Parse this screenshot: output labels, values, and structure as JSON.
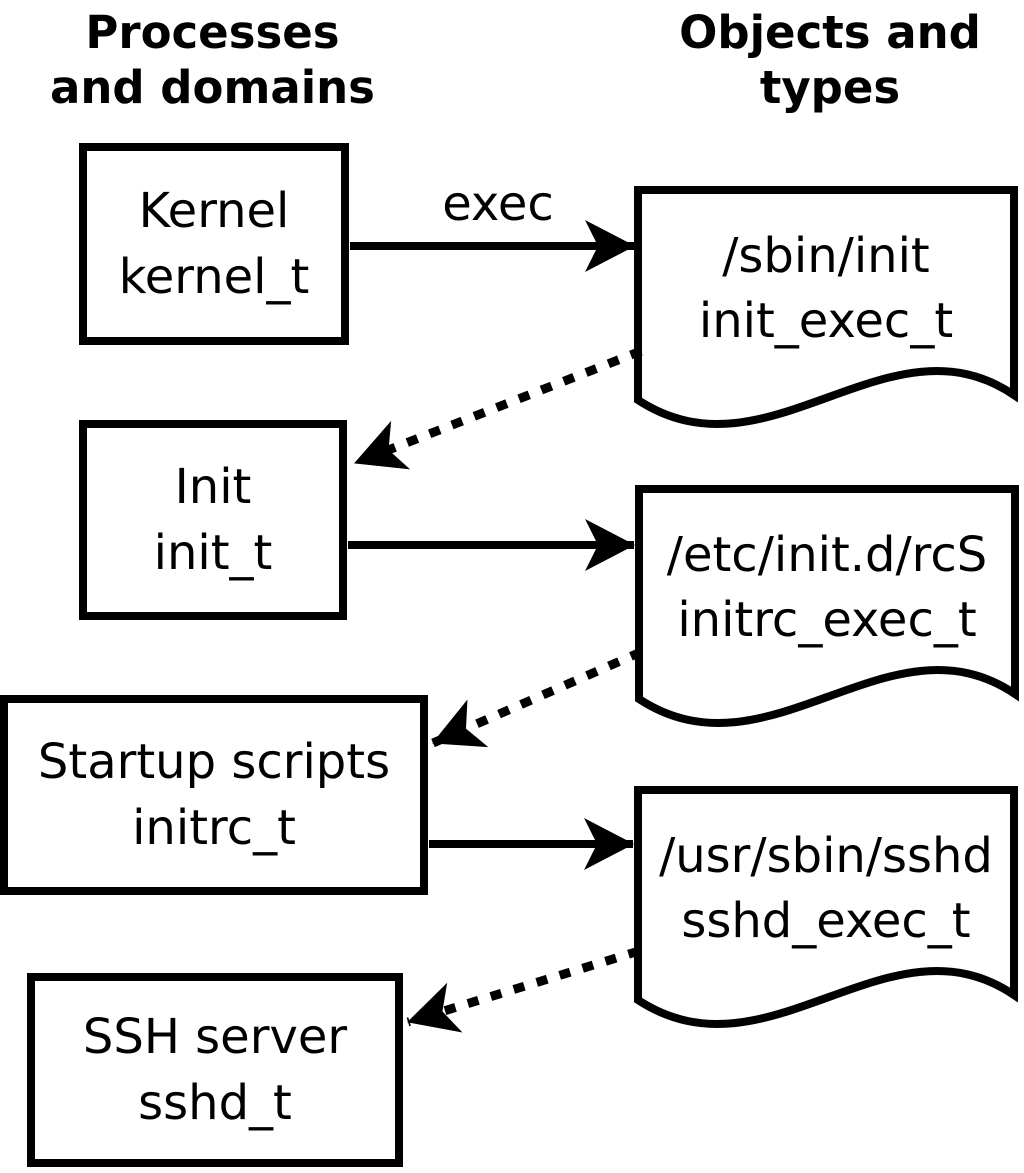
{
  "headers": {
    "left": {
      "line1": "Processes",
      "line2": "and domains"
    },
    "right": {
      "line1": "Objects and",
      "line2": "types"
    }
  },
  "process_boxes": [
    {
      "title": "Kernel",
      "domain": "kernel_t"
    },
    {
      "title": "Init",
      "domain": "init_t"
    },
    {
      "title": "Startup scripts",
      "domain": "initrc_t"
    },
    {
      "title": "SSH server",
      "domain": "sshd_t"
    }
  ],
  "object_files": [
    {
      "path": "/sbin/init",
      "type": "init_exec_t"
    },
    {
      "path": "/etc/init.d/rcS",
      "type": "initrc_exec_t"
    },
    {
      "path": "/usr/sbin/sshd",
      "type": "sshd_exec_t"
    }
  ],
  "arrows": {
    "exec_label": "exec",
    "edges": [
      {
        "from": "kernel_t",
        "to": "/sbin/init (init_exec_t)",
        "style": "solid",
        "label": "exec"
      },
      {
        "from": "/sbin/init (init_exec_t)",
        "to": "init_t",
        "style": "dotted",
        "label": ""
      },
      {
        "from": "init_t",
        "to": "/etc/init.d/rcS (initrc_exec_t)",
        "style": "solid",
        "label": ""
      },
      {
        "from": "/etc/init.d/rcS (initrc_exec_t)",
        "to": "initrc_t",
        "style": "dotted",
        "label": ""
      },
      {
        "from": "initrc_t",
        "to": "/usr/sbin/sshd (sshd_exec_t)",
        "style": "solid",
        "label": ""
      },
      {
        "from": "/usr/sbin/sshd (sshd_exec_t)",
        "to": "sshd_t",
        "style": "dotted",
        "label": ""
      }
    ]
  },
  "colors": {
    "ink": "#000000",
    "paper": "#ffffff"
  }
}
